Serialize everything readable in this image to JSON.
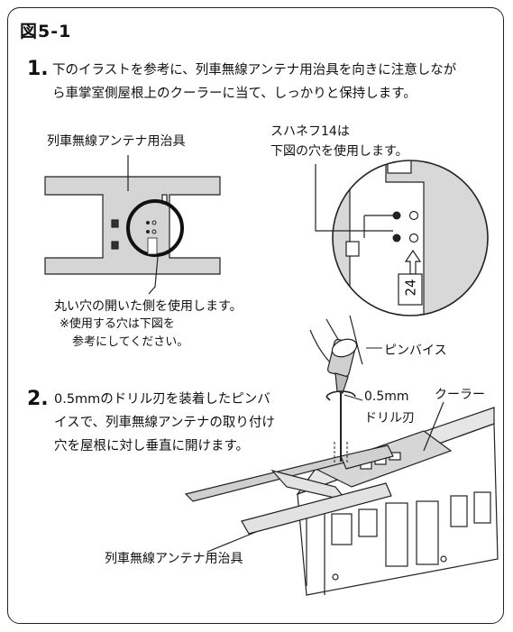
{
  "figure": {
    "title": "図5-1"
  },
  "step1": {
    "number": "1.",
    "line1": "下のイラストを参考に、列車無線アンテナ用治具を向きに注意しなが",
    "line2": "ら車掌室側屋根上のクーラーに当て、しっかりと保持します。"
  },
  "jig_label_top": "列車無線アンテナ用治具",
  "zoom_label": {
    "line1": "スハネフ14は",
    "line2": "下図の穴を使用します。"
  },
  "zoom_number": "24",
  "hole_label": "丸い穴の開いた側を使用します。",
  "hole_note": {
    "line1": "※使用する穴は下図を",
    "line2": "参考にしてください。"
  },
  "tool_labels": {
    "pin_vise": "ピンバイス",
    "drill_size": "0.5mm",
    "drill_bit": "ドリル刃",
    "cooler": "クーラー"
  },
  "step2": {
    "number": "2.",
    "line1": "0.5mmのドリル刃を装着したピンバ",
    "line2": "イスで、列車無線アンテナの取り付け",
    "line3": "穴を屋根に対し垂直に開けます。"
  },
  "jig_label_bottom": "列車無線アンテナ用治具"
}
